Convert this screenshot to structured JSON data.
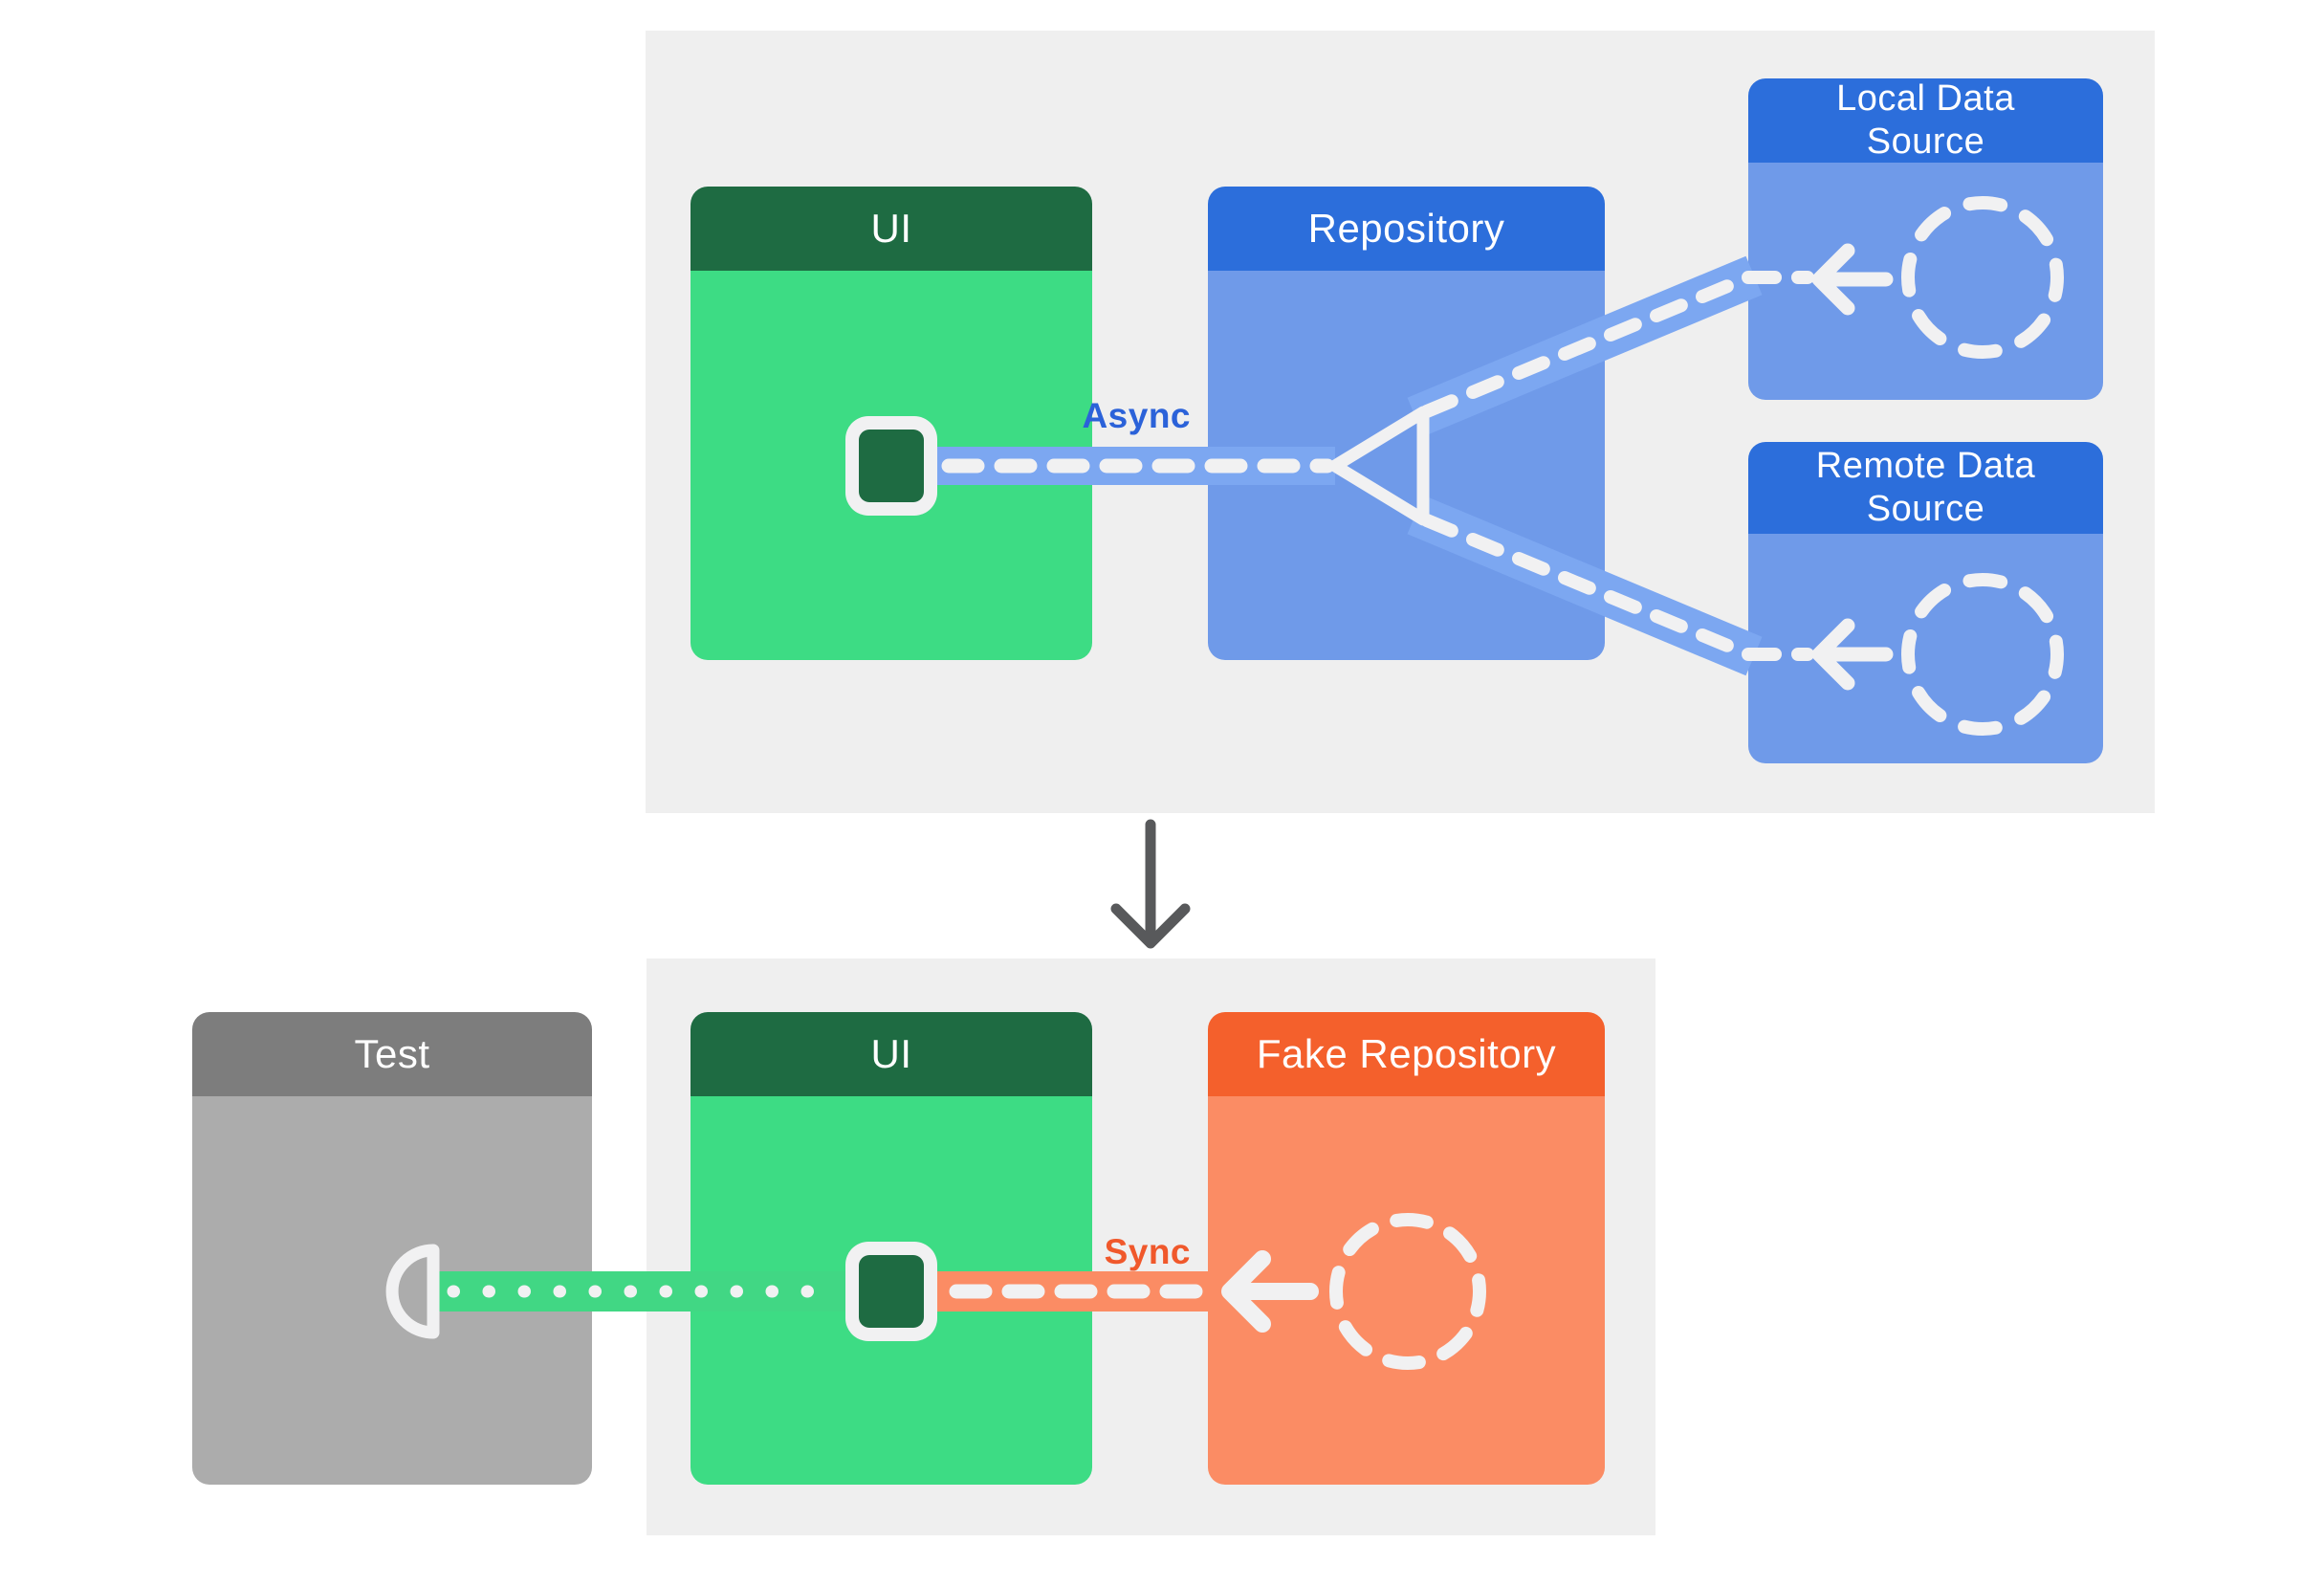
{
  "top_diagram": {
    "ui_box": {
      "label": "UI"
    },
    "repository_box": {
      "label": "Repository"
    },
    "local_data_source_box": {
      "label": "Local Data Source"
    },
    "remote_data_source_box": {
      "label": "Remote Data Source"
    },
    "connection_label": "Async"
  },
  "bottom_diagram": {
    "test_box": {
      "label": "Test"
    },
    "ui_box": {
      "label": "UI"
    },
    "fake_repository_box": {
      "label": "Fake Repository"
    },
    "connection_label": "Sync"
  },
  "icons": {
    "merge_triangle": "hollow left-pointing triangle where data-source flows merge",
    "dashed_circle": "dashed circle placeholder for a data-source implementation",
    "left_arrow": "thick left arrow with stem",
    "down_arrow": "downward transition arrow between diagrams",
    "ui_chip": "rounded square port on UI box",
    "test_socket": "half-round socket connector on Test box"
  },
  "colors": {
    "page_bg": "#ffffff",
    "panel_bg": "#efefef",
    "green_header": "#1e6b42",
    "green_body": "#3ddc84",
    "green_band": "#41d784",
    "blue_header": "#2c6edb",
    "blue_body": "#6f9ae9",
    "blue_band": "#7ca7f1",
    "orange_header": "#f4602c",
    "orange_body": "#fb8c64",
    "gray_header": "#7d7d7d",
    "gray_body": "#acacac",
    "white_ink": "#f1f1f2",
    "async_label_color": "#2b62d9",
    "sync_label_color": "#f0582b",
    "down_arrow_color": "#58595b"
  }
}
